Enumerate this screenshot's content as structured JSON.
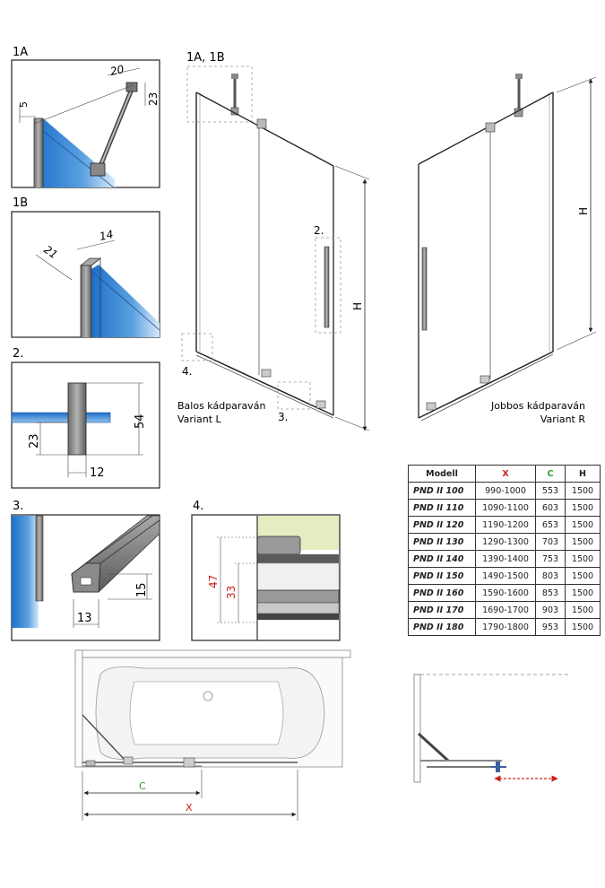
{
  "colors": {
    "x_red": "#cc2020",
    "c_green": "#2e9e2e",
    "dim_red": "#cc2020",
    "glass_blue": "#2e7fd1"
  },
  "details": {
    "d1a": {
      "label": "1A",
      "dims": [
        "20",
        "5",
        "23"
      ]
    },
    "d1b": {
      "label": "1B",
      "dims": [
        "21",
        "14"
      ]
    },
    "d2": {
      "label": "2.",
      "dims": [
        "54",
        "23",
        "12"
      ]
    },
    "d3": {
      "label": "3.",
      "dims": [
        "15",
        "13"
      ]
    },
    "d4": {
      "label": "4.",
      "dims": [
        "47",
        "33"
      ]
    }
  },
  "variant_left": {
    "callout_top": "1A, 1B",
    "callout_handle": "2.",
    "callout_rail": "3.",
    "callout_corner": "4.",
    "height_label": "H",
    "caption_line1": "Balos kádparaván",
    "caption_line2": "Variant L"
  },
  "variant_right": {
    "height_label": "H",
    "caption_line1": "Jobbos kádparaván",
    "caption_line2": "Variant R"
  },
  "table": {
    "headers": [
      "Modell",
      "X",
      "C",
      "H"
    ],
    "rows": [
      [
        "PND II 100",
        "990-1000",
        "553",
        "1500"
      ],
      [
        "PND II 110",
        "1090-1100",
        "603",
        "1500"
      ],
      [
        "PND II 120",
        "1190-1200",
        "653",
        "1500"
      ],
      [
        "PND II 130",
        "1290-1300",
        "703",
        "1500"
      ],
      [
        "PND II 140",
        "1390-1400",
        "753",
        "1500"
      ],
      [
        "PND II 150",
        "1490-1500",
        "803",
        "1500"
      ],
      [
        "PND II 160",
        "1590-1600",
        "853",
        "1500"
      ],
      [
        "PND II 170",
        "1690-1700",
        "903",
        "1500"
      ],
      [
        "PND II 180",
        "1790-1800",
        "953",
        "1500"
      ]
    ]
  },
  "plan": {
    "c_label": "C",
    "x_label": "X"
  }
}
